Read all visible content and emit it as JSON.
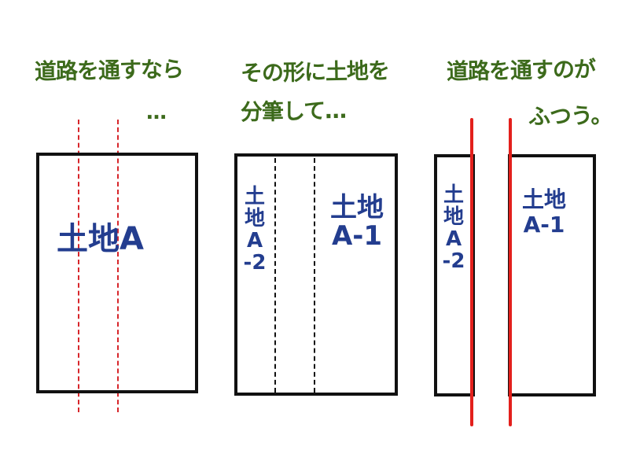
{
  "panels": [
    {
      "caption_lines": [
        "道路を通すなら",
        "…"
      ],
      "label": "土地A"
    },
    {
      "caption_lines": [
        "その形に土地を",
        "分筆して…"
      ],
      "label_left": "土地A-2",
      "label_right": [
        "土地",
        "A-1"
      ]
    },
    {
      "caption_lines": [
        "道路を通すのが",
        "ふつう。"
      ],
      "label_left": "土地A-2",
      "label_right": [
        "土地",
        "A-1"
      ]
    }
  ],
  "colors": {
    "caption": "#3c6a1b",
    "label": "#233d8f",
    "road": "#e3201c",
    "outline": "#111111"
  }
}
